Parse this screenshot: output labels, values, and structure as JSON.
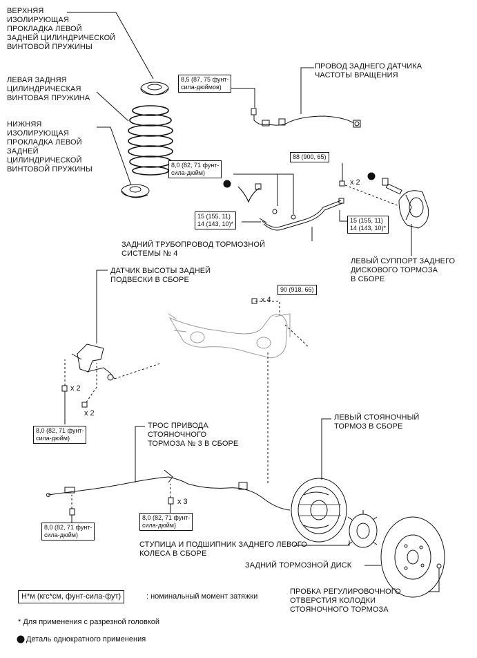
{
  "labels": {
    "upper_insulator": "ВЕРХНЯЯ\nИЗОЛИРУЮЩАЯ\nПРОКЛАДКА ЛЕВОЙ\nЗАДНЕЙ ЦИЛИНДРИЧЕСКОЙ\nВИНТОВОЙ ПРУЖИНЫ",
    "coil_spring": "ЛЕВАЯ ЗАДНЯЯ\nЦИЛИНДРИЧЕСКАЯ\nВИНТОВАЯ ПРУЖИНА",
    "lower_insulator": "НИЖНЯЯ\nИЗОЛИРУЮЩАЯ\nПРОКЛАДКА ЛЕВОЙ\nЗАДНЕЙ\nЦИЛИНДРИЧЕСКОЙ\nВИНТОВОЙ ПРУЖИНЫ",
    "speed_sensor_wire": "ПРОВОД ЗАДНЕГО ДАТЧИКА\nЧАСТОТЫ ВРАЩЕНИЯ",
    "brake_tube": "ЗАДНИЙ ТРУБОПРОВОД ТОРМОЗНОЙ\nСИСТЕМЫ № 4",
    "caliper": "ЛЕВЫЙ СУППОРТ ЗАДНЕГО\nДИСКОВОГО ТОРМОЗА\nВ СБОРЕ",
    "height_sensor": "ДАТЧИК ВЫСОТЫ ЗАДНЕЙ\nПОДВЕСКИ В СБОРЕ",
    "parking_cable": "ТРОС ПРИВОДА\nСТОЯНОЧНОГО\nТОРМОЗА № 3 В СБОРЕ",
    "parking_brake": "ЛЕВЫЙ СТОЯНОЧНЫЙ\nТОРМОЗ В СБОРЕ",
    "hub_bearing": "СТУПИЦА И ПОДШИПНИК ЗАДНЕГО ЛЕВОГО\nКОЛЕСА В СБОРЕ",
    "brake_disc": "ЗАДНИЙ ТОРМОЗНОЙ ДИСК",
    "hole_plug": "ПРОБКА РЕГУЛИРОВОЧНОГО\nОТВЕРСТИЯ КОЛОДКИ\nСТОЯНОЧНОГО ТОРМОЗА"
  },
  "torques": {
    "t_sensor": "8,5 (87, 75 фунт-\nсила-дюймов)",
    "t_tube_bracket": "8,0 (82, 71 фунт-\nсила-дюйм)",
    "t_caliper": "88 (900, 65)",
    "t_flare_left": "15 (155, 11)\n14 (143, 10)*",
    "t_flare_right": "15 (155, 11)\n14 (143, 10)*",
    "t_axle": "90 (918, 66)",
    "t_height_sensor": "8,0 (82, 71 фунт-\nсила-дюйм)",
    "t_cable_left": "8,0 (82, 71 фунт-\nсила-дюйм)",
    "t_cable_mid": "8,0 (82, 71 фунт-\nсила-дюйм)"
  },
  "multipliers": {
    "caliper_bolts": "x 2",
    "axle_bolts": "x 4",
    "sensor_bolt_a": "x 2",
    "sensor_bolt_b": "x 2",
    "cable_bolts": "x 3"
  },
  "legend": {
    "unit_box": "Н*м (кгс*см, фунт-сила-фут)",
    "unit_text": ": номинальный момент затяжки",
    "asterisk_note": "* Для применения с разрезной головкой",
    "nonreusable_note": "Деталь однократного применения"
  }
}
